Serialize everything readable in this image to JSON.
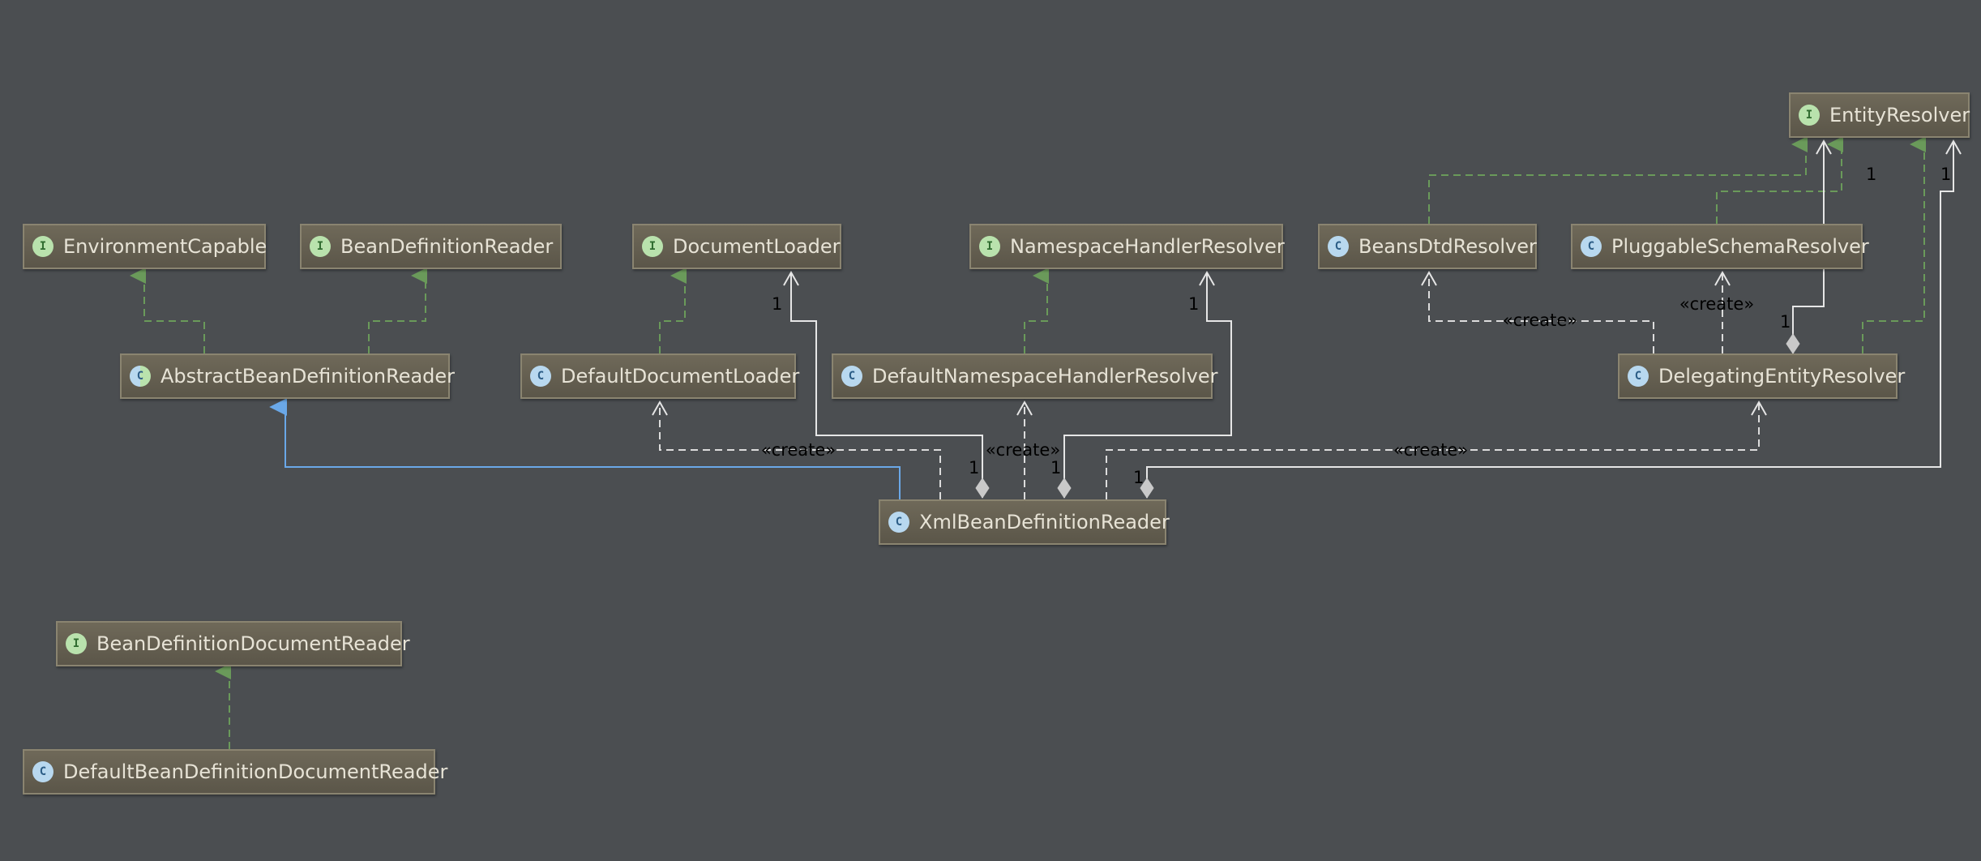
{
  "nodes": [
    {
      "key": "environment_capable",
      "kind": "interface",
      "badge": "I",
      "name": "EnvironmentCapable"
    },
    {
      "key": "bean_definition_reader",
      "kind": "interface",
      "badge": "I",
      "name": "BeanDefinitionReader"
    },
    {
      "key": "document_loader",
      "kind": "interface",
      "badge": "I",
      "name": "DocumentLoader"
    },
    {
      "key": "namespace_handler_resolver",
      "kind": "interface",
      "badge": "I",
      "name": "NamespaceHandlerResolver"
    },
    {
      "key": "beans_dtd_resolver",
      "kind": "class",
      "badge": "C",
      "name": "BeansDtdResolver"
    },
    {
      "key": "pluggable_schema_resolver",
      "kind": "class",
      "badge": "C",
      "name": "PluggableSchemaResolver"
    },
    {
      "key": "entity_resolver",
      "kind": "interface",
      "badge": "I",
      "name": "EntityResolver"
    },
    {
      "key": "abstract_bean_definition_reader",
      "kind": "abstract",
      "badge": "C",
      "name": "AbstractBeanDefinitionReader"
    },
    {
      "key": "default_document_loader",
      "kind": "class",
      "badge": "C",
      "name": "DefaultDocumentLoader"
    },
    {
      "key": "default_namespace_handler_resolver",
      "kind": "class",
      "badge": "C",
      "name": "DefaultNamespaceHandlerResolver"
    },
    {
      "key": "delegating_entity_resolver",
      "kind": "class",
      "badge": "C",
      "name": "DelegatingEntityResolver"
    },
    {
      "key": "xml_bean_definition_reader",
      "kind": "class",
      "badge": "C",
      "name": "XmlBeanDefinitionReader"
    },
    {
      "key": "bean_definition_document_reader",
      "kind": "interface",
      "badge": "I",
      "name": "BeanDefinitionDocumentReader"
    },
    {
      "key": "default_bean_definition_document_reader",
      "kind": "class",
      "badge": "C",
      "name": "DefaultBeanDefinitionDocumentReader"
    }
  ],
  "edges": [
    {
      "key": "e1",
      "type": "implements",
      "from": "abstract_bean_definition_reader",
      "to": "environment_capable"
    },
    {
      "key": "e2",
      "type": "implements",
      "from": "abstract_bean_definition_reader",
      "to": "bean_definition_reader"
    },
    {
      "key": "e3",
      "type": "implements",
      "from": "default_document_loader",
      "to": "document_loader"
    },
    {
      "key": "e4",
      "type": "implements",
      "from": "default_namespace_handler_resolver",
      "to": "namespace_handler_resolver"
    },
    {
      "key": "e5",
      "type": "implements",
      "from": "beans_dtd_resolver",
      "to": "entity_resolver"
    },
    {
      "key": "e6",
      "type": "implements",
      "from": "pluggable_schema_resolver",
      "to": "entity_resolver"
    },
    {
      "key": "e7",
      "type": "implements",
      "from": "delegating_entity_resolver",
      "to": "entity_resolver"
    },
    {
      "key": "e8",
      "type": "implements",
      "from": "default_bean_definition_document_reader",
      "to": "bean_definition_document_reader"
    },
    {
      "key": "e9",
      "type": "extends",
      "from": "xml_bean_definition_reader",
      "to": "abstract_bean_definition_reader"
    },
    {
      "key": "e10",
      "type": "create",
      "from": "xml_bean_definition_reader",
      "to": "default_document_loader",
      "label": "«create»"
    },
    {
      "key": "e11",
      "type": "create",
      "from": "xml_bean_definition_reader",
      "to": "default_namespace_handler_resolver",
      "label": "«create»"
    },
    {
      "key": "e12",
      "type": "create",
      "from": "xml_bean_definition_reader",
      "to": "delegating_entity_resolver",
      "label": "«create»"
    },
    {
      "key": "e13",
      "type": "create",
      "from": "delegating_entity_resolver",
      "to": "beans_dtd_resolver",
      "label": "«create»"
    },
    {
      "key": "e14",
      "type": "create",
      "from": "delegating_entity_resolver",
      "to": "pluggable_schema_resolver",
      "label": "«create»"
    },
    {
      "key": "e15",
      "type": "composition",
      "from": "xml_bean_definition_reader",
      "to": "document_loader",
      "multiplicity": "1"
    },
    {
      "key": "e16",
      "type": "composition",
      "from": "xml_bean_definition_reader",
      "to": "namespace_handler_resolver",
      "multiplicity": "1"
    },
    {
      "key": "e17",
      "type": "composition",
      "from": "xml_bean_definition_reader",
      "to": "entity_resolver",
      "multiplicity": "1"
    },
    {
      "key": "e18",
      "type": "composition",
      "from": "delegating_entity_resolver",
      "to": "entity_resolver",
      "multiplicity": "1"
    }
  ]
}
